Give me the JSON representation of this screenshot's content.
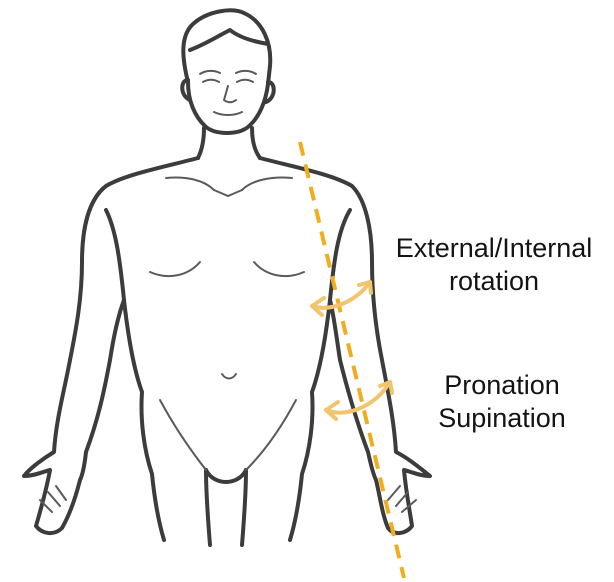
{
  "figure": {
    "title": "",
    "labels": {
      "rotation": {
        "line1": "External/Internal",
        "line2": "rotation"
      },
      "pronation": {
        "line1": "Pronation",
        "line2": "Supination"
      }
    }
  },
  "colors": {
    "outline": "#3c3c3c",
    "axis": "#f0ad1e",
    "arrow": "#f2c46c",
    "text": "#141414",
    "background": "#ffffff"
  },
  "icons": {
    "rotation_arrow": "curved-double-arrow-icon",
    "pronation_arrow": "curved-double-arrow-icon"
  }
}
